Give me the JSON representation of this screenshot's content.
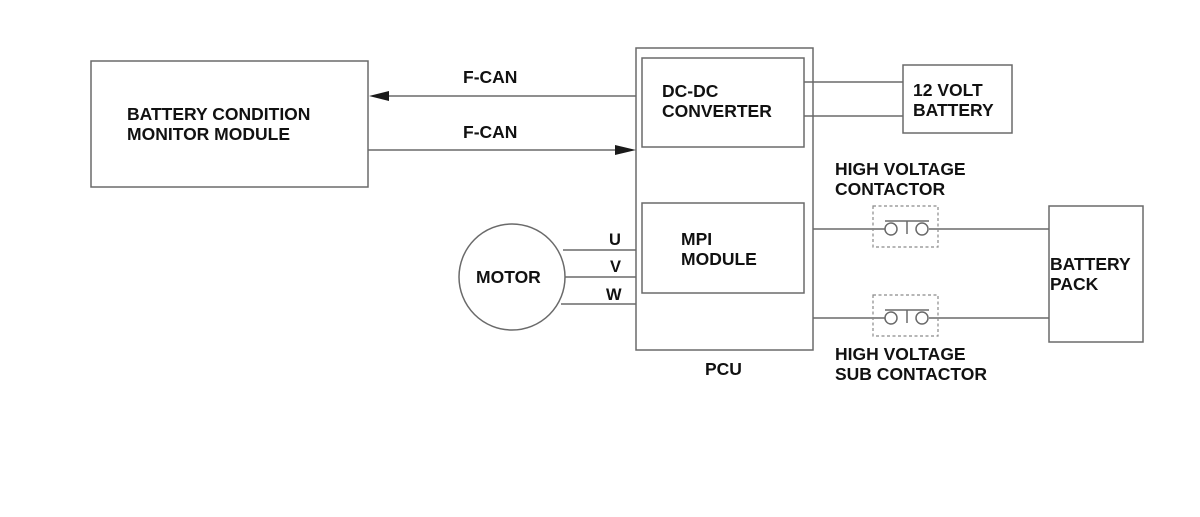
{
  "nodes": {
    "bcm": {
      "line1": "BATTERY CONDITION",
      "line2": "MONITOR MODULE"
    },
    "dcdc": {
      "line1": "DC-DC",
      "line2": "CONVERTER"
    },
    "battery12": {
      "line1": "12 VOLT",
      "line2": "BATTERY"
    },
    "mpi": {
      "line1": "MPI",
      "line2": "MODULE"
    },
    "pcu": {
      "label": "PCU"
    },
    "motor": {
      "label": "MOTOR"
    },
    "battery_pack": {
      "line1": "BATTERY",
      "line2": "PACK"
    },
    "hv_contactor": {
      "line1": "HIGH VOLTAGE",
      "line2": "CONTACTOR"
    },
    "hv_sub_contactor": {
      "line1": "HIGH VOLTAGE",
      "line2": "SUB CONTACTOR"
    }
  },
  "edges": {
    "fcan_top": "F-CAN",
    "fcan_bottom": "F-CAN",
    "phase_u": "U",
    "phase_v": "V",
    "phase_w": "W"
  }
}
